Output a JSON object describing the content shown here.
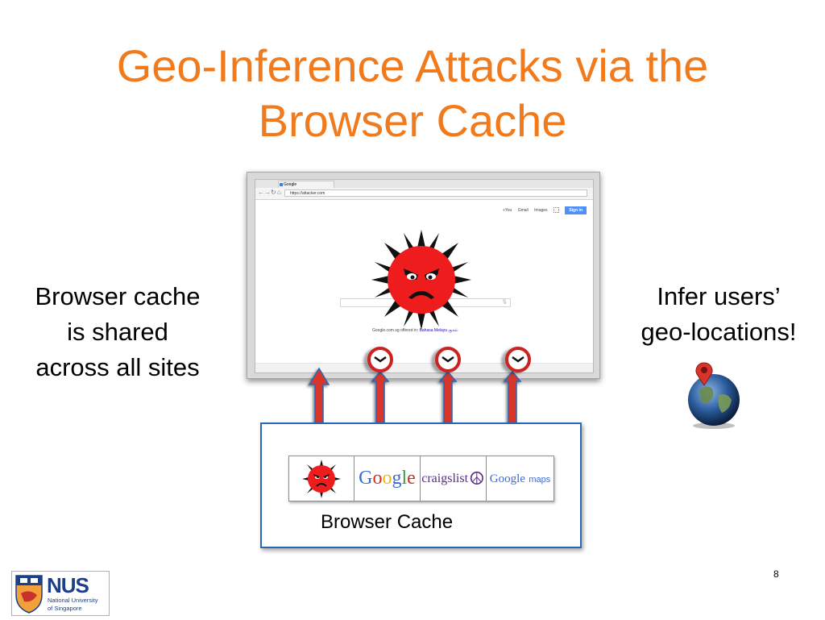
{
  "slide": {
    "title_line1": "Geo-Inference Attacks via the",
    "title_line2": "Browser Cache",
    "page_number": "8"
  },
  "left_text": {
    "line1": "Browser cache",
    "line2": "is shared",
    "line3": "across all sites"
  },
  "right_text": {
    "line1": "Infer users’",
    "line2": "geo-locations!"
  },
  "browser": {
    "tab_title": "Google",
    "address": "https://attacker.com",
    "header_links": [
      "+You",
      "Gmail",
      "Images"
    ],
    "signin_label": "Sign in",
    "offered_in_prefix": "Google.com.sg offered in:",
    "offered_in_links": [
      "Bahasa Melayu",
      "சூகல்"
    ],
    "nav_icons": [
      "back-icon",
      "forward-icon",
      "reload-icon",
      "home-icon"
    ]
  },
  "cache": {
    "label": "Browser Cache",
    "entries": [
      {
        "name": "attacker",
        "icon": "virus-icon"
      },
      {
        "name": "Google",
        "icon": "google-logo"
      },
      {
        "name": "craigslist",
        "icon": "craigslist-logo"
      },
      {
        "name": "Google maps",
        "icon": "google-maps-logo"
      }
    ],
    "craigslist_text": "craigslist",
    "maps_google_text": "Google",
    "maps_text": "maps"
  },
  "logo": {
    "org_short": "NUS",
    "org_line1": "National University",
    "org_line2": "of Singapore"
  },
  "colors": {
    "title": "#f07a1c",
    "arrow": "#d9342b",
    "cache_border": "#2a67b6"
  }
}
